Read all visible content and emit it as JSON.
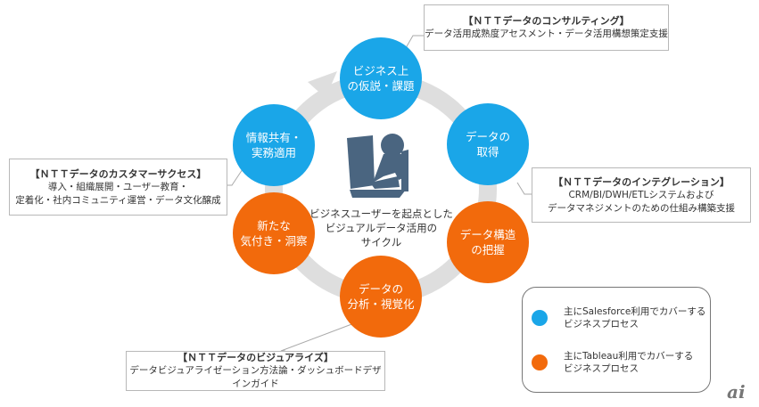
{
  "colors": {
    "salesforce": "#1aa6e8",
    "tableau": "#f26a0c",
    "ring": "#dedede"
  },
  "center": {
    "icon": "business-user-at-computer-icon",
    "text": "ビジネスユーザーを起点とした\nビジュアルデータ活用の\nサイクル"
  },
  "cycle": [
    {
      "label": "ビジネス上\nの仮説・課題",
      "type": "salesforce"
    },
    {
      "label": "データの\n取得",
      "type": "salesforce"
    },
    {
      "label": "データ構造\nの把握",
      "type": "tableau"
    },
    {
      "label": "データの\n分析・視覚化",
      "type": "tableau"
    },
    {
      "label": "新たな\n気付き・洞察",
      "type": "tableau"
    },
    {
      "label": "情報共有・\n実務適用",
      "type": "salesforce"
    }
  ],
  "services": {
    "consulting": {
      "title": "【ＮＴＴデータのコンサルティング】",
      "desc": "データ活用成熟度アセスメント・データ活用構想策定支援"
    },
    "customer_success": {
      "title": "【ＮＴＴデータのカスタマーサクセス】",
      "desc": "導入・組織展開・ユーザー教育・\n定着化・社内コミュニティ運営・データ文化醸成"
    },
    "integration": {
      "title": "【ＮＴＴデータのインテグレーション】",
      "desc": "CRM/BI/DWH/ETLシステムおよび\nデータマネジメントのための仕組み構築支援"
    },
    "visualize": {
      "title": "【ＮＴＴデータのビジュアライズ】",
      "desc": "データビジュアライゼーション方法論・ダッシュボードデザインガイド"
    }
  },
  "legend": [
    {
      "label": "主にSalesforce利用でカバーする\nビジネスプロセス"
    },
    {
      "label": "主にTableau利用でカバーする\nビジネスプロセス"
    }
  ],
  "logo": "ai"
}
